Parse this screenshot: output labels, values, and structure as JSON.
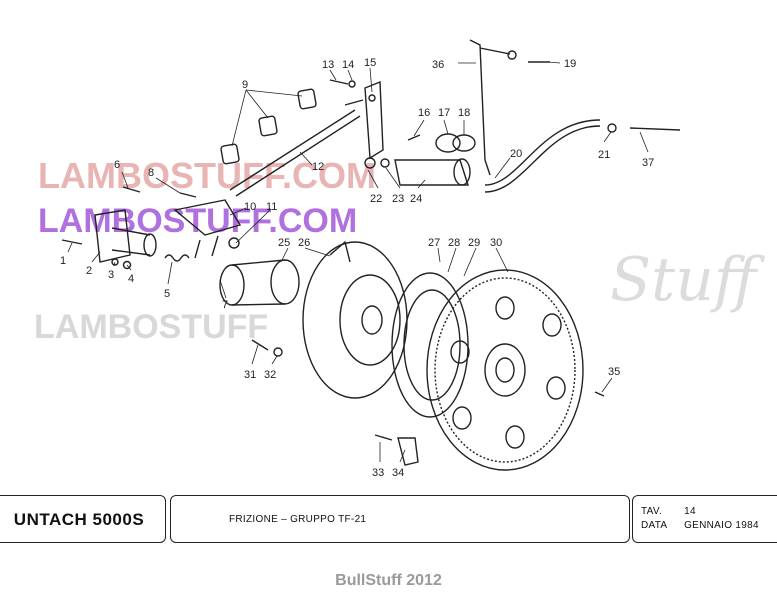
{
  "diagram": {
    "callouts": [
      "1",
      "2",
      "3",
      "4",
      "5",
      "6",
      "7",
      "8",
      "9",
      "10",
      "11",
      "12",
      "13",
      "14",
      "15",
      "16",
      "17",
      "18",
      "19",
      "20",
      "21",
      "22",
      "23",
      "24",
      "25",
      "26",
      "27",
      "28",
      "29",
      "30",
      "31",
      "32",
      "33",
      "34",
      "35",
      "36",
      "37"
    ]
  },
  "watermarks": {
    "red": "LAMBOSTUFF.COM",
    "purple": "LAMBOSTUFF.COM",
    "grey": "LAMBOSTUFF",
    "script": "Stuff"
  },
  "title_block": {
    "model": "UNTACH 5000S",
    "description": "FRIZIONE – GRUPPO TF-21",
    "tav_label": "TAV.",
    "tav_value": "14",
    "data_label": "DATA",
    "data_value": "GENNAIO 1984"
  },
  "footer": {
    "credit": "BullStuff 2012"
  },
  "colors": {
    "line": "#222222",
    "watermark_red": "#e8b4b4",
    "watermark_purple": "#b070e0"
  }
}
